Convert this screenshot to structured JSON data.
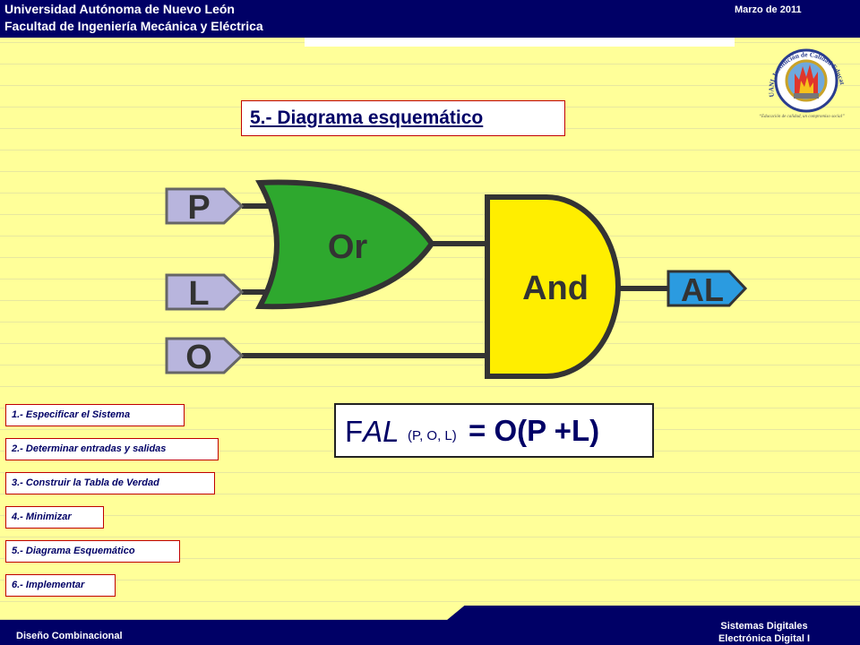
{
  "header": {
    "university": "Universidad Autónoma de Nuevo León",
    "faculty": "Facultad de Ingeniería Mecánica y Eléctrica",
    "date": "Marzo de 2011"
  },
  "logo": {
    "text": "UANL Institución de Calidad Educativa",
    "tagline": "“Educación de calidad, un compromiso social”"
  },
  "title": "5.- Diagrama esquemático",
  "diagram": {
    "inputs": [
      "P",
      "L",
      "O"
    ],
    "or_label": "Or",
    "and_label": "And",
    "output": "AL",
    "colors": {
      "or": "#2ea82e",
      "and": "#ffee00",
      "input": "#b8b5dd",
      "output": "#2b9be0"
    }
  },
  "formula": {
    "name": "FAL",
    "subscript": "(P, O, L)",
    "expression": "= O(P +L)"
  },
  "steps": [
    "1.- Especificar el Sistema",
    "2.- Determinar entradas y salidas",
    "3.- Construir la Tabla de Verdad",
    "4.- Minimizar",
    "5.- Diagrama Esquemático",
    "6.- Implementar"
  ],
  "footer": {
    "left": "Diseño Combinacional",
    "right_line1": "Sistemas Digitales",
    "right_line2": "Electrónica Digital I"
  }
}
